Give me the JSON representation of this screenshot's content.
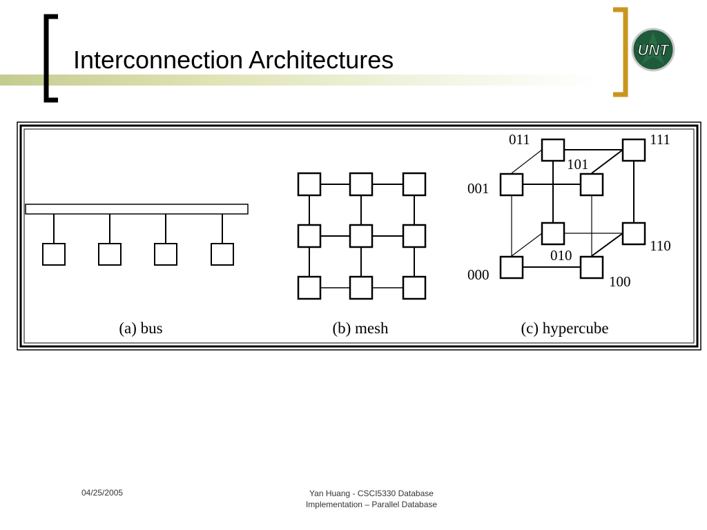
{
  "slide": {
    "title": "Interconnection Architectures",
    "logo_text": "UNT"
  },
  "figure": {
    "captions": {
      "bus": "(a) bus",
      "mesh": "(b) mesh",
      "hypercube": "(c) hypercube"
    },
    "hypercube_labels": {
      "n000": "000",
      "n001": "001",
      "n010": "010",
      "n011": "011",
      "n100": "100",
      "n101": "101",
      "n110": "110",
      "n111": "111"
    }
  },
  "footer": {
    "date": "04/25/2005",
    "line1": "Yan Huang - CSCI5330 Database",
    "line2": "Implementation – Parallel Database"
  },
  "colors": {
    "left_bracket": "#000000",
    "right_bracket": "#c8961e",
    "title_band": "#c5cc8f",
    "logo_bg": "#1f5a3a"
  }
}
